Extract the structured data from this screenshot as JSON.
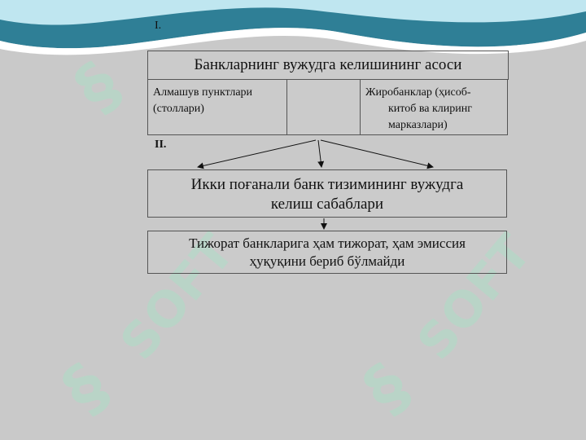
{
  "colors": {
    "background": "#c9c9c9",
    "banner_dark": "#2f7f96",
    "banner_light": "#bfe6f0",
    "watermark": "#b7d6c7"
  },
  "watermark_text": "SOFT",
  "section_1": "I.",
  "section_2": "II.",
  "top_box": {
    "title": "Банкларнинг вужудга келишининг асоси",
    "left_line1": "Алмашув пунктлари",
    "left_line2": "(столлари)",
    "right_line1": "Жиробанклар (ҳисоб-",
    "right_line2": "китоб ва клиринг",
    "right_line3": "марказлари)"
  },
  "reason_box": {
    "line1": "Икки поғанали банк тизимининг вужудга",
    "line2": "келиш сабаблари"
  },
  "consequence_box": {
    "line1": "Тижорат банкларига ҳам тижорат, ҳам эмиссия",
    "line2": "ҳуқуқини бериб бўлмайди"
  }
}
